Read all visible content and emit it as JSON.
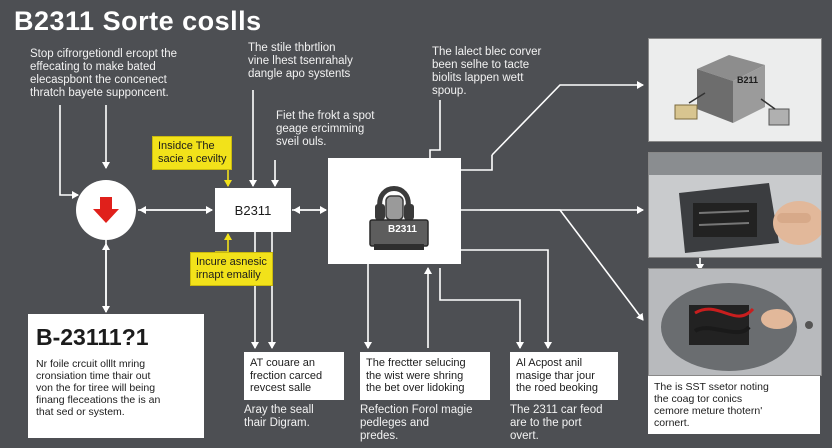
{
  "title": "B2311 Sorte coslls",
  "texts": {
    "top_left": "Stop cifrorgetiondl ercopt the\neffecating to make bated\nelecaspbont the concenect\nthratch bayete supponcent.",
    "top_center": "The stile thbrtlion\nvine lhest tsenrahaly\ndangle apo systents",
    "top_right": "The lalect blec corver\nbeen selhe to tacte\nbiolits lappen wett\nspoup.",
    "mid_center": "Fiet the frokt a spot\ngeage ercimming\nsveil ouls.",
    "yellow_top": "Insidce The\nsacie a cevilty",
    "yellow_bottom": "Incure asnesic\nirnapt emalily",
    "b2311_box": "B2311",
    "device_label": "B2311",
    "code_title": "B-23111?1",
    "code_body": "Nr foile crcuit olllt mring\ncronsiation time thair out\nvon the for tiree will being\nfinang fleceations the is an\nthat sed or system.",
    "caption1": "AT couare an\nfrection carced\nrevcest salle",
    "caption1_below": "Aray the seall\nthair Digram.",
    "caption2": "The frectter selucing\nthe wist were shring\nthe bet over lidoking",
    "caption2_below": "Refection Forol magie\npedleges and\npredes.",
    "caption3": "Al Acpost anil\nmasige thar jour\nthe roed beoking",
    "caption3_below": "The 2311 car feod\nare to the port\novert.",
    "photo3_caption": "The is SST ssetor noting\nthe coag tor conics\ncemore meture thotern'\ncornert.",
    "photo1_label": "B211"
  },
  "icons": [
    "down-arrow-icon",
    "headset-icon"
  ],
  "colors": {
    "background": "#4d4f53",
    "yellow": "#f2e21a",
    "arrow_red": "#e0201b",
    "line": "#ffffff"
  }
}
